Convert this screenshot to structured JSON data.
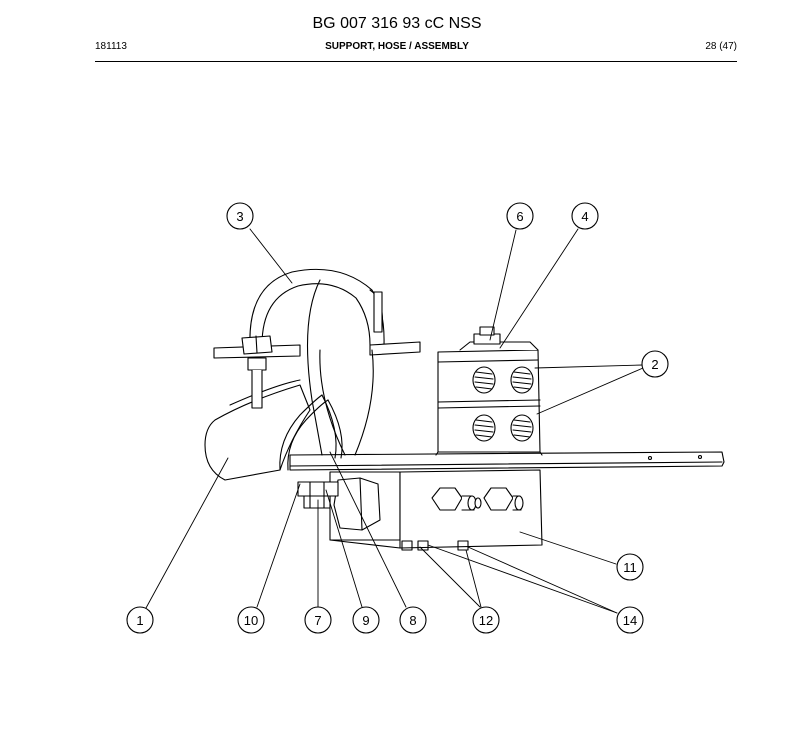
{
  "header": {
    "document_number": "BG 007 316 93 cC NSS",
    "date_code": "181113",
    "title": "SUPPORT, HOSE / ASSEMBLY",
    "page": "28 (47)"
  },
  "callouts": [
    "1",
    "2",
    "3",
    "4",
    "6",
    "7",
    "8",
    "9",
    "10",
    "11",
    "12",
    "14"
  ],
  "colors": {
    "line": "#000000",
    "background": "#ffffff"
  }
}
